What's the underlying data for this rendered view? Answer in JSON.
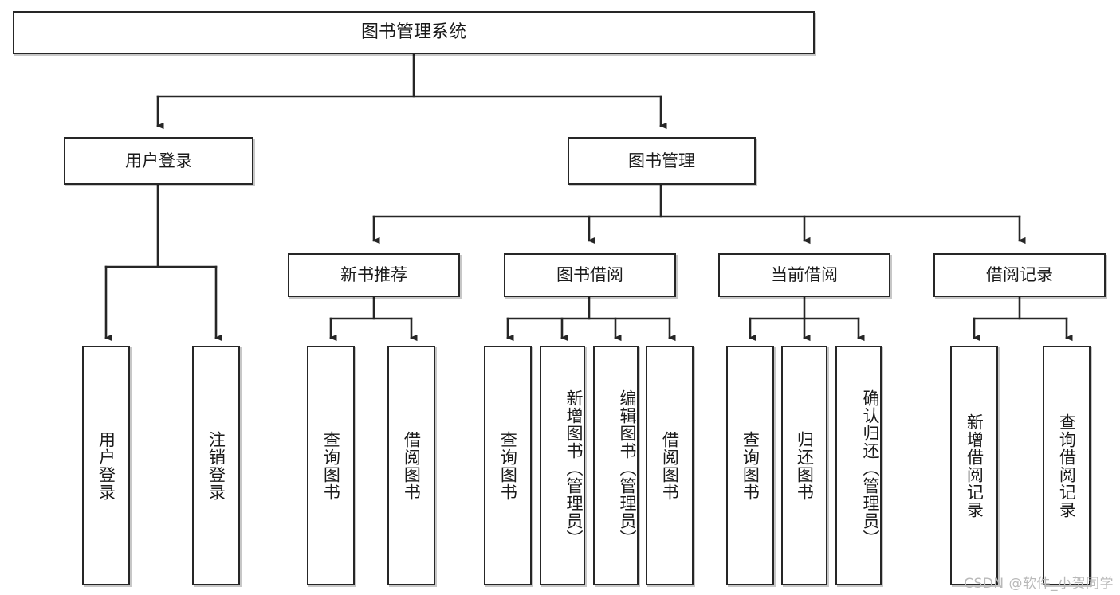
{
  "diagram": {
    "title": "图书管理系统",
    "type": "tree-hierarchy",
    "colors": {
      "node_border": "#262626",
      "node_fill": "#ffffff",
      "edge": "#262626",
      "text": "#1a1a1a",
      "watermark": "#b9b9b9",
      "background": "#ffffff"
    },
    "root": {
      "label": "图书管理系统",
      "orientation": "horizontal"
    },
    "level2": [
      {
        "label": "用户登录",
        "orientation": "horizontal"
      },
      {
        "label": "图书管理",
        "orientation": "horizontal"
      }
    ],
    "level3": [
      {
        "label": "新书推荐",
        "orientation": "horizontal",
        "parent": "图书管理"
      },
      {
        "label": "图书借阅",
        "orientation": "horizontal",
        "parent": "图书管理"
      },
      {
        "label": "当前借阅",
        "orientation": "horizontal",
        "parent": "图书管理"
      },
      {
        "label": "借阅记录",
        "orientation": "horizontal",
        "parent": "图书管理"
      }
    ],
    "leaves": {
      "user_login": [
        {
          "label": "用户登录",
          "orientation": "vertical"
        },
        {
          "label": "注销登录",
          "orientation": "vertical"
        }
      ],
      "new_book_recommend": [
        {
          "label": "查询图书",
          "orientation": "vertical"
        },
        {
          "label": "借阅图书",
          "orientation": "vertical"
        }
      ],
      "book_borrow": [
        {
          "label": "查询图书",
          "orientation": "vertical"
        },
        {
          "label": "新增图书（管理员）",
          "orientation": "vertical"
        },
        {
          "label": "编辑图书（管理员）",
          "orientation": "vertical"
        },
        {
          "label": "借阅图书",
          "orientation": "vertical"
        }
      ],
      "current_borrow": [
        {
          "label": "查询图书",
          "orientation": "vertical"
        },
        {
          "label": "归还图书",
          "orientation": "vertical"
        },
        {
          "label": "确认归还（管理员）",
          "orientation": "vertical"
        }
      ],
      "borrow_record": [
        {
          "label": "新增借阅记录",
          "orientation": "vertical"
        },
        {
          "label": "查询借阅记录",
          "orientation": "vertical"
        }
      ]
    }
  },
  "watermark": {
    "text": "CSDN @软件_小贺同学"
  }
}
